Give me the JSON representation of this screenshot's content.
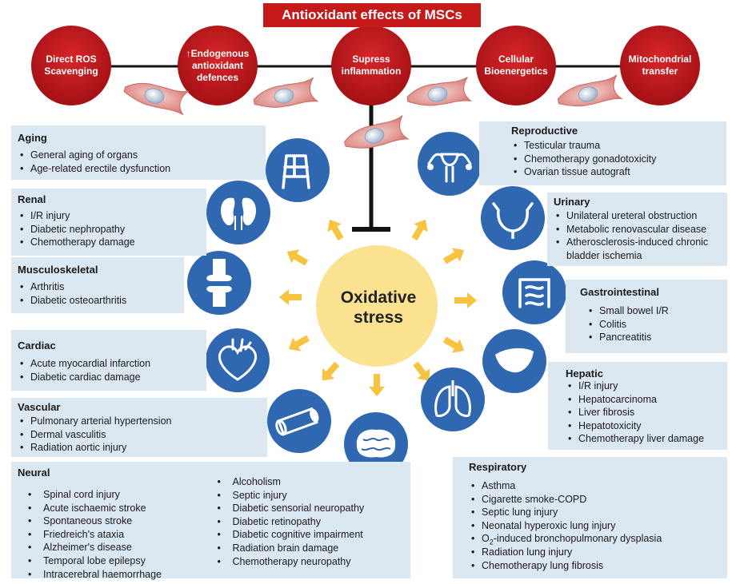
{
  "title": "Antioxidant effects of MSCs",
  "mechanisms": [
    {
      "label": "Direct ROS\nScavenging"
    },
    {
      "label": "↑Endogenous\nantioxidant\ndefences"
    },
    {
      "label": "Supress\ninflammation"
    },
    {
      "label": "Cellular\nBioenergetics"
    },
    {
      "label": "Mitochondrial\ntransfer"
    }
  ],
  "center": {
    "label": "Oxidative\nstress"
  },
  "colors": {
    "title_bg": "#c41a1a",
    "mechanism": "#c41a1a",
    "organ_circle": "#2f67b1",
    "center": "#fbe290",
    "arrow": "#f6c440",
    "panel": "#dbe7f1"
  },
  "organ_icons": [
    "walker-icon",
    "kidney-icon",
    "knee-joint-icon",
    "heart-icon",
    "blood-vessel-icon",
    "brain-icon",
    "lungs-icon",
    "liver-icon",
    "intestine-icon",
    "bladder-icon",
    "uterus-icon"
  ],
  "panels": {
    "aging": {
      "title": "Aging",
      "items": [
        "General aging of organs",
        "Age-related erectile dysfunction"
      ]
    },
    "renal": {
      "title": "Renal",
      "items": [
        "I/R injury",
        "Diabetic nephropathy",
        "Chemotherapy damage"
      ]
    },
    "musculoskeletal": {
      "title": "Musculoskeletal",
      "items": [
        "Arthritis",
        "Diabetic osteoarthritis"
      ]
    },
    "cardiac": {
      "title": "Cardiac",
      "items": [
        "Acute myocardial infarction",
        "Diabetic cardiac damage"
      ]
    },
    "vascular": {
      "title": "Vascular",
      "items": [
        "Pulmonary arterial hypertension",
        "Dermal vasculitis",
        "Radiation aortic injury"
      ]
    },
    "neural": {
      "title": "Neural",
      "items_left": [
        "Spinal cord injury",
        "Acute ischaemic stroke",
        "Spontaneous stroke",
        "Friedreich's ataxia",
        "Alzheimer's disease",
        "Temporal lobe epilepsy",
        "Intracerebral haemorrhage"
      ],
      "items_right": [
        "Alcoholism",
        "Septic injury",
        "Diabetic sensorial neuropathy",
        "Diabetic retinopathy",
        "Diabetic cognitive impairment",
        "Radiation brain damage",
        "Chemotherapy neuropathy"
      ]
    },
    "reproductive": {
      "title": "Reproductive",
      "items": [
        "Testicular trauma",
        "Chemotherapy gonadotoxicity",
        "Ovarian tissue autograft"
      ]
    },
    "urinary": {
      "title": "Urinary",
      "items": [
        "Unilateral ureteral obstruction",
        "Metabolic renovascular disease",
        "Atherosclerosis-induced chronic bladder ischemia"
      ]
    },
    "gastrointestinal": {
      "title": "Gastrointestinal",
      "items": [
        "Small bowel I/R",
        "Colitis",
        "Pancreatitis"
      ]
    },
    "hepatic": {
      "title": "Hepatic",
      "items": [
        "I/R injury",
        "Hepatocarcinoma",
        "Liver fibrosis",
        "Hepatotoxicity",
        "Chemotherapy liver damage"
      ]
    },
    "respiratory": {
      "title": "Respiratory",
      "items": [
        "Asthma",
        "Cigarette smoke-COPD",
        "Septic lung injury",
        "Neonatal hyperoxic lung injury",
        "O2-induced bronchopulmonary dysplasia",
        "Radiation lung injury",
        "Chemotherapy lung fibrosis"
      ]
    }
  }
}
